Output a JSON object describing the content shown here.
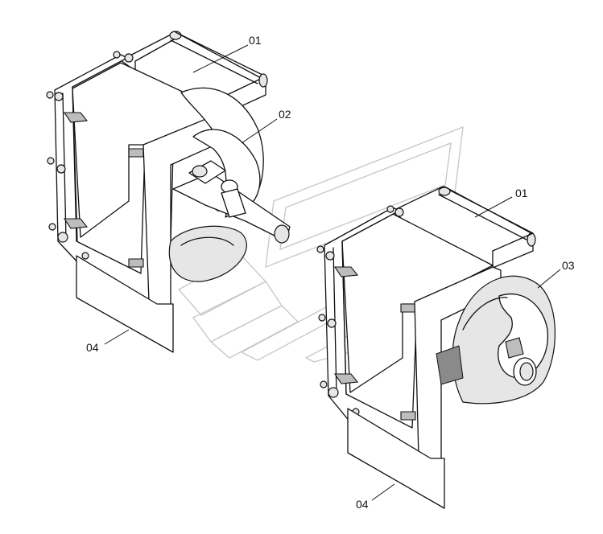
{
  "callouts": {
    "left_01": "01",
    "left_02": "02",
    "left_04": "04",
    "right_01": "01",
    "right_03": "03",
    "right_04": "04"
  }
}
